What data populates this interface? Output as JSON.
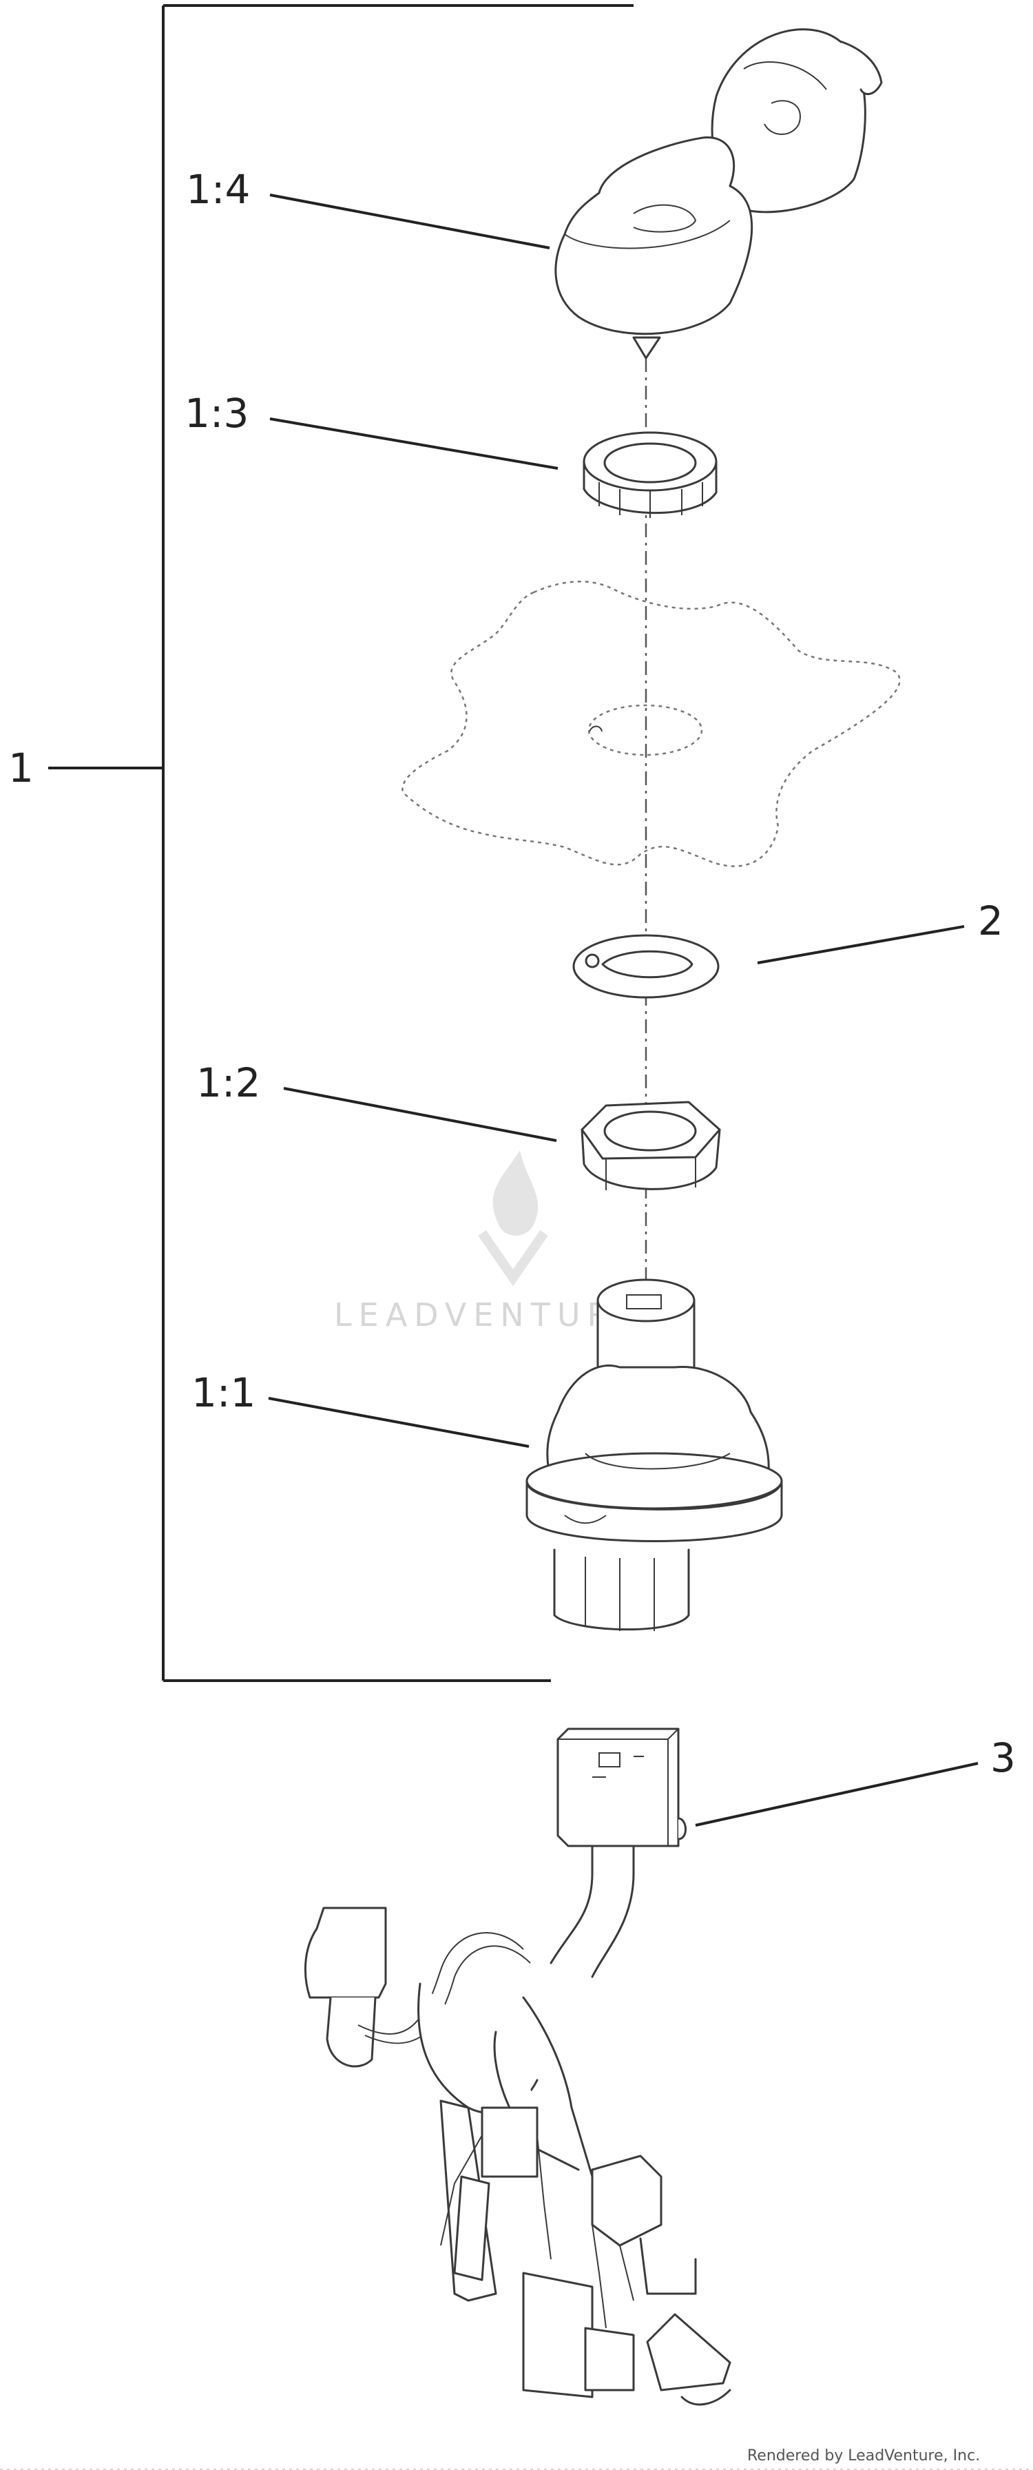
{
  "diagram": {
    "callouts": {
      "c1": "1",
      "c1_1": "1:1",
      "c1_2": "1:2",
      "c1_3": "1:3",
      "c1_4": "1:4",
      "c2": "2",
      "c3": "3"
    },
    "watermark": "LEADVENTURE",
    "footer": "Rendered by LeadVenture, Inc."
  }
}
